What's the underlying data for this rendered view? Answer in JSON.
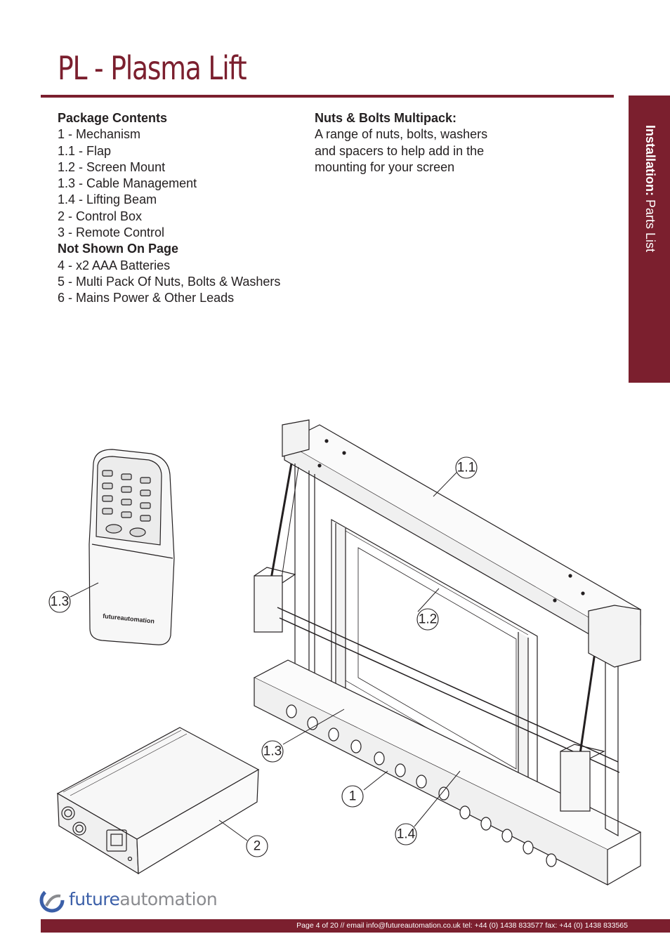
{
  "page": {
    "title": "PL - Plasma Lift",
    "side_tab": {
      "section": "Installation:",
      "topic": "Parts List"
    }
  },
  "package_contents": {
    "heading": "Package Contents",
    "items": [
      "1 - Mechanism",
      "1.1 - Flap",
      "1.2 - Screen Mount",
      "1.3 - Cable Management",
      "1.4 - Lifting Beam",
      "2 - Control Box",
      "3 - Remote Control"
    ],
    "not_shown_heading": "Not Shown On Page",
    "not_shown_items": [
      "4 - x2 AAA Batteries",
      "5 - Multi Pack Of Nuts, Bolts & Washers",
      "6 - Mains Power & Other Leads"
    ]
  },
  "nuts_bolts": {
    "heading": "Nuts & Bolts Multipack:",
    "lines": [
      "A range of nuts, bolts, washers",
      "and spacers to help add in the",
      "mounting for your screen"
    ]
  },
  "diagram": {
    "callouts": [
      "1.1",
      "1.2",
      "1.3",
      "1.3",
      "1",
      "1.4",
      "2"
    ],
    "remote_brand": "futureautomation"
  },
  "footer": {
    "logo_bold": "future",
    "logo_light": "automation",
    "text": "Page 4 of 20 // email info@futureautomation.co.uk  tel: +44 (0) 1438 833577  fax: +44 (0) 1438 833565"
  },
  "colors": {
    "brand": "#7b1f2e",
    "logo_blue": "#3b5fa8"
  }
}
